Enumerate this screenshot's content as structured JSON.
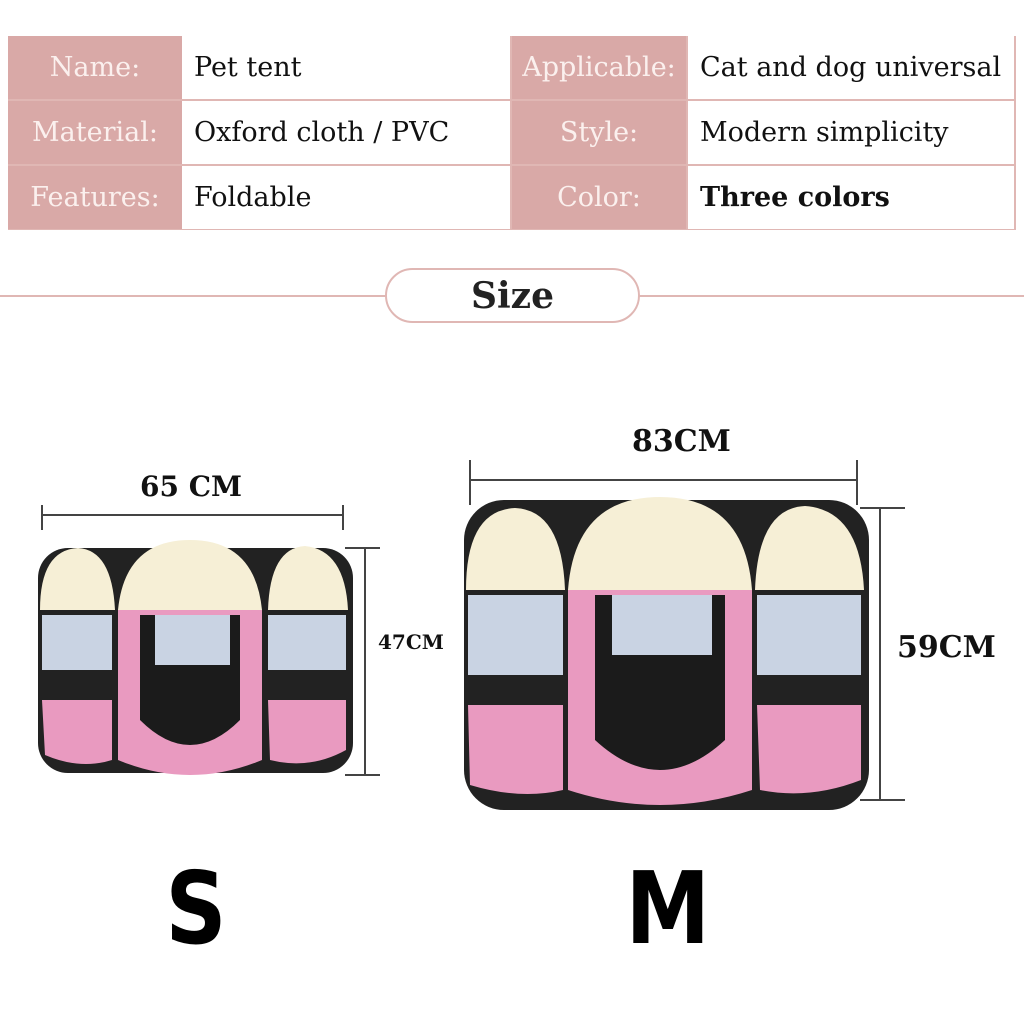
{
  "specs": [
    {
      "label": "Name:",
      "value": "Pet tent"
    },
    {
      "label": "Material:",
      "value": "Oxford cloth / PVC"
    },
    {
      "label": "Features:",
      "value": "Foldable"
    },
    {
      "label": "Applicable:",
      "value": "Cat and dog universal"
    },
    {
      "label": "Style:",
      "value": "Modern simplicity"
    },
    {
      "label": "Color:",
      "value": "Three colors"
    }
  ],
  "size_heading": "Size",
  "sizes": [
    {
      "name": "S",
      "width": "65 CM",
      "height": "47CM"
    },
    {
      "name": "M",
      "width": "83CM",
      "height": "59CM"
    }
  ],
  "colors": {
    "accent": "#d9a9a7",
    "tent_pink": "#e79bbd",
    "tent_cream": "#f6efd6"
  }
}
